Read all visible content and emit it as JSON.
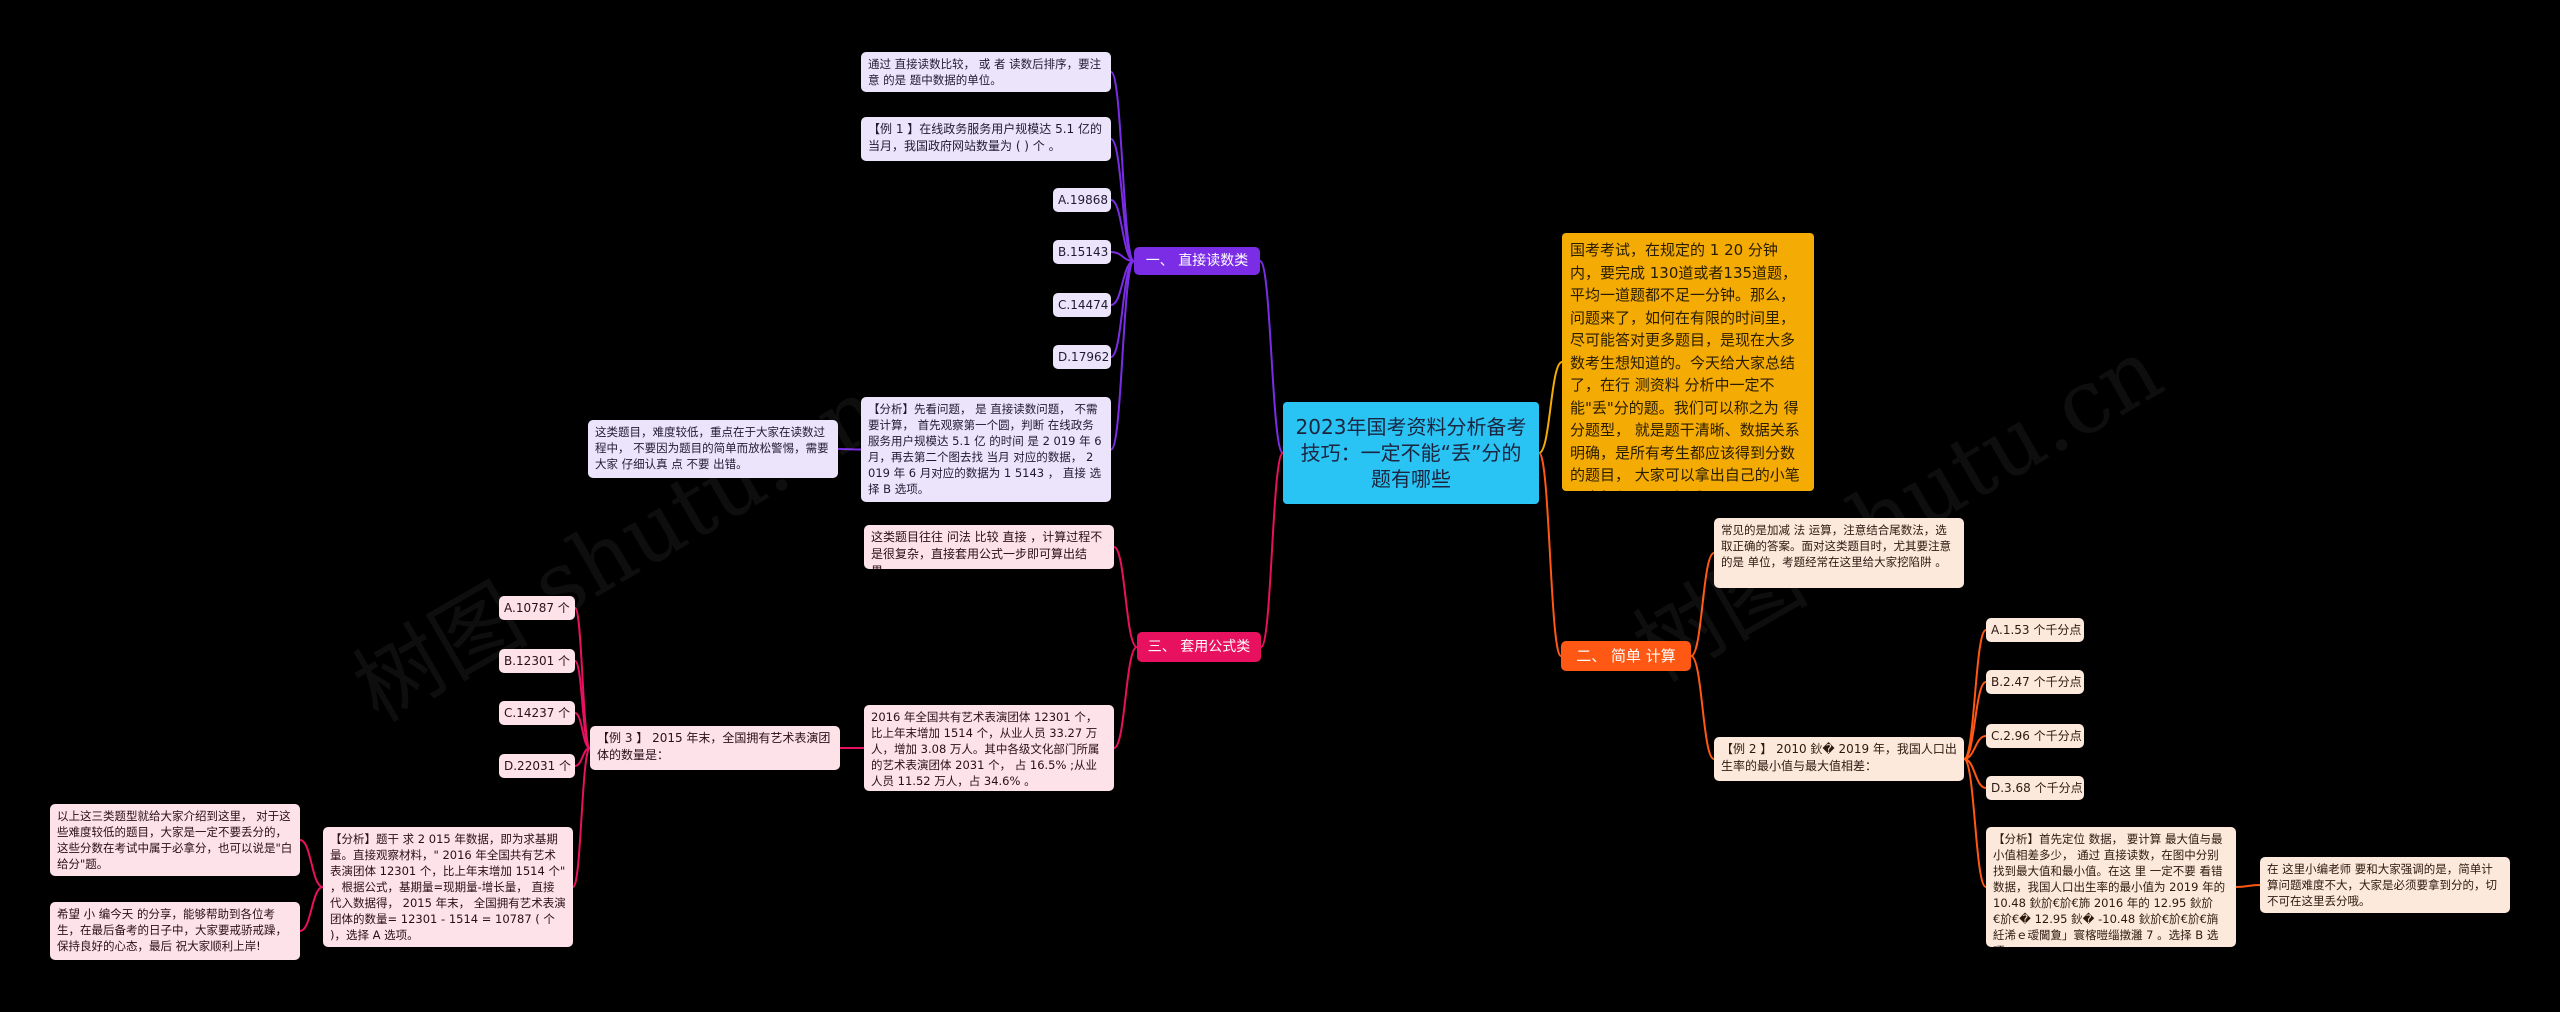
{
  "watermark": "树图 shutu.cn",
  "root": "2023年国考资料分析备考技巧：一定不能“丢”分的题有哪些",
  "intro": "国考考试，在规定的 1 20 分钟内，要完成 130道或者135道题，平均一道题都不足一分钟。那么，问题来了，如何在有限的时间里，尽可能答对更多题目，是现在大多数考生想知道的。今天给大家总结了，在行 测资料 分析中一定不能\"丢\"分的题。我们可以称之为 得分题型， 就是题干清晰、数据关系明确，是所有考生都应该得到分数的题目， 大家可以拿出自己的小笔记本赶紧 记 下来 哦！",
  "branch1": {
    "title": "一、 直接读数类",
    "desc": "通过 直接读数比较， 或 者 读数后排序，要注意 的是 题中数据的单位。",
    "example": "【例 1 】在线政务服务用户规模达 5.1 亿的当月，我国政府网站数量为 ( ) 个 。",
    "options": [
      "A.19868",
      "B.15143",
      "C.14474",
      "D.17962"
    ],
    "analysis": "【分析】先看问题， 是 直接读数问题， 不需要计算， 首先观察第一个圆，判断 在线政务服务用户规模达 5.1 亿 的时间 是 2 019 年 6 月，再去第二个图去找 当月 对应的数据， 2 019 年 6 月对应的数据为 1 5143 ， 直接 选择 B 选项。",
    "note": "这类题目，难度较低，重点在于大家在读数过程中， 不要因为题目的简单而放松警惕，需要大家 仔细认真 点 不要 出错。"
  },
  "branch2": {
    "title": "二、 简单 计算类",
    "desc": "常见的是加减 法 运算，注意结合尾数法，选取正确的答案。面对这类题目时，尤其要注意的是 单位，考题经常在这里给大家挖陷阱 。",
    "example": "【例 2 】 2010 鈥� 2019 年，我国人口出生率的最小值与最大值相差：",
    "options": [
      "A.1.53 个千分点",
      "B.2.47 个千分点",
      "C.2.96 个千分点",
      "D.3.68 个千分点"
    ],
    "analysis": "【分析】首先定位 数据， 要计算 最大值与最小值相差多少， 通过 直接读数，在图中分别找到最大值和最小值。在这 里 一定不要 看错 数据，我国人口出生率的最小值为 2019 年的 10.48 鈥斺€斺€斾 2016 年的 12.95 鈥斺€斺€� 12.95 鈥� -10.48 鈥斺€斺€斺€旓紝浠ｅ叆閫夐」寰楁暟缁撴灉 7 。选择 B 选项。",
    "note": "在 这里小编老师 要和大家强调的是，简单计算问题难度不大，大家是必须要拿到分的，切不可在这里丢分哦。"
  },
  "branch3": {
    "title": "三、 套用公式类",
    "desc": "这类题目往往 问法 比较 直接 ，计算过程不是很复杂，直接套用公式一步即可算出结果。",
    "material": "2016 年全国共有艺术表演团体 12301 个，比上年末增加 1514 个，从业人员 33.27 万人，增加 3.08 万人。其中各级文化部门所属的艺术表演团体 2031 个， 占 16.5% ;从业人员 11.52 万人，占 34.6% 。",
    "example": "【例 3 】 2015 年末，全国拥有艺术表演团体的数量是：",
    "options": [
      "A.10787 个",
      "B.12301 个",
      "C.14237 个",
      "D.22031 个"
    ],
    "analysis": "【分析】题干 求 2 015 年数据，即为求基期量。直接观察材料，\" 2016 年全国共有艺术表演团体 12301 个，比上年末增加 1514 个\" ，根据公式，基期量=现期量-增长量， 直接 代入数据得， 2015 年末， 全国拥有艺术表演团体的数量= 12301 - 1514 = 10787 ( 个 )，选择 A 选项。",
    "note": "以上这三类题型就给大家介绍到这里， 对于这些难度较低的题目，大家是一定不要丢分的，这些分数在考试中属于必拿分，也可以说是\"白给分\"题。",
    "wish": "希望 小 编今天 的分享，能够帮助到各位考生，在最后备考的日子中，大家要戒骄戒躁，保持良好的心态，最后 祝大家顺利上岸!"
  },
  "colors": {
    "background": "#000000",
    "root": "#29c4f3",
    "intro": "#f4ac05",
    "branch1": "#7b2de6",
    "branch2": "#ff5714",
    "branch3": "#e8115f",
    "leaf_purple": "#ece4fb",
    "leaf_orange": "#fde8dc",
    "leaf_pink": "#fde2ea"
  }
}
